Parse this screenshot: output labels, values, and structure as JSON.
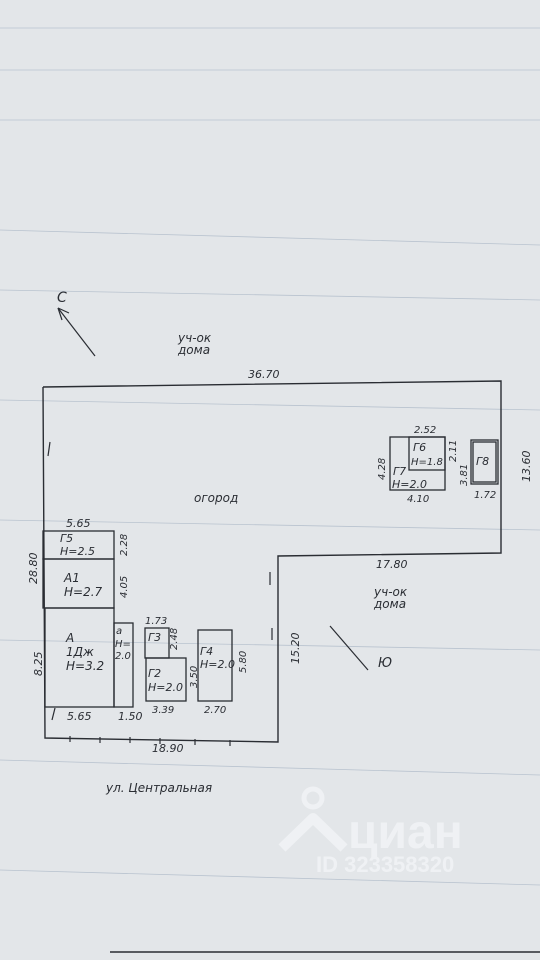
{
  "compass": {
    "north": "С",
    "south": "Ю"
  },
  "neighbors": {
    "top": {
      "line1": "уч-ок",
      "line2": "дома"
    },
    "right": {
      "line1": "уч-ок",
      "line2": "дома"
    }
  },
  "plot": {
    "label": "огород",
    "dims": {
      "top": "36.70",
      "right": "13.60",
      "inner_h": "17.80",
      "inner_v": "15.20",
      "bottom": "18.90",
      "left": "28.80",
      "left_low": "8.25"
    }
  },
  "buildings": {
    "A": {
      "name": "А",
      "type": "1Дж",
      "height": "Н=3.2",
      "w": "5.65"
    },
    "A1": {
      "name": "А1",
      "height": "Н=2.7",
      "dim": "4.05"
    },
    "G5": {
      "name": "Г5",
      "height": "Н=2.5",
      "w": "5.65",
      "h": "2.28"
    },
    "a": {
      "name": "а",
      "height_top": "Н=",
      "height_bottom": "2.0",
      "w": "1.50"
    },
    "G3": {
      "name": "Г3",
      "w": "1.73",
      "h": "2.48"
    },
    "G2": {
      "name": "Г2",
      "height": "Н=2.0",
      "w": "3.39",
      "h": "3.50"
    },
    "G4": {
      "name": "Г4",
      "height": "Н=2.0",
      "w": "2.70",
      "h": "5.80"
    },
    "G6": {
      "name": "Г6",
      "height": "Н=1.8",
      "w": "2.52",
      "h": "2.11"
    },
    "G7": {
      "name": "Г7",
      "height": "Н=2.0",
      "w": "4.10",
      "h": "4.28"
    },
    "G8": {
      "name": "Г8",
      "w": "1.72",
      "h": "3.81"
    }
  },
  "street": "ул. Центральная",
  "watermark": {
    "brand": "циан",
    "id": "ID 323358320"
  },
  "colors": {
    "paper": "#e3e6e9",
    "ink": "#2a2d33",
    "grid": "#b9c3cf",
    "background": "#dcdfe2"
  }
}
